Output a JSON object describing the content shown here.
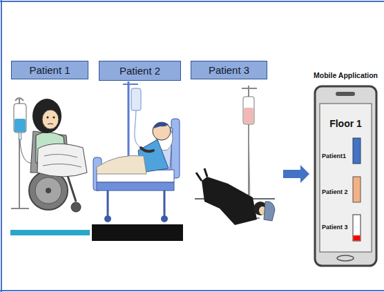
{
  "diagram": {
    "nodes": [
      {
        "text": [
          "Patient 1"
        ]
      },
      {
        "text": [
          "Patient 2"
        ]
      },
      {
        "text": [
          "Patient 3"
        ]
      },
      {
        "text": [
          "Mobile Application"
        ]
      },
      {
        "text": [
          "Floor 1",
          "Patient1",
          "Patient 2",
          "Patient 3"
        ],
        "in": 3
      }
    ]
  }
}
